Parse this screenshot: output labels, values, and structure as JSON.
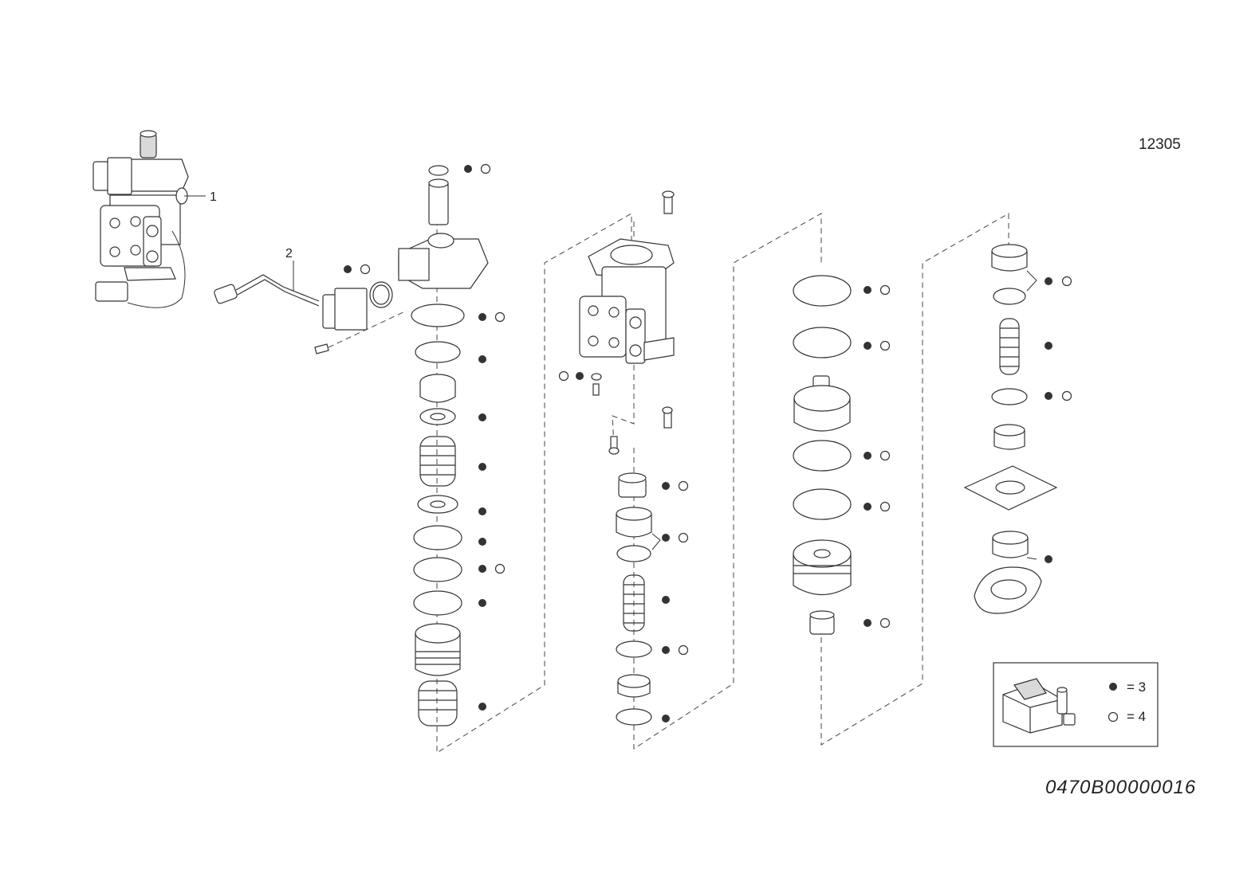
{
  "figure_code": "12305",
  "document_number": "0470B00000016",
  "callouts": [
    {
      "id": "item-1",
      "label": "1"
    },
    {
      "id": "item-2",
      "label": "2"
    }
  ],
  "legend": {
    "filled_value": "= 3",
    "open_value": "= 4",
    "filled_marker_color": "#333333",
    "open_marker_color": "#ffffff"
  }
}
